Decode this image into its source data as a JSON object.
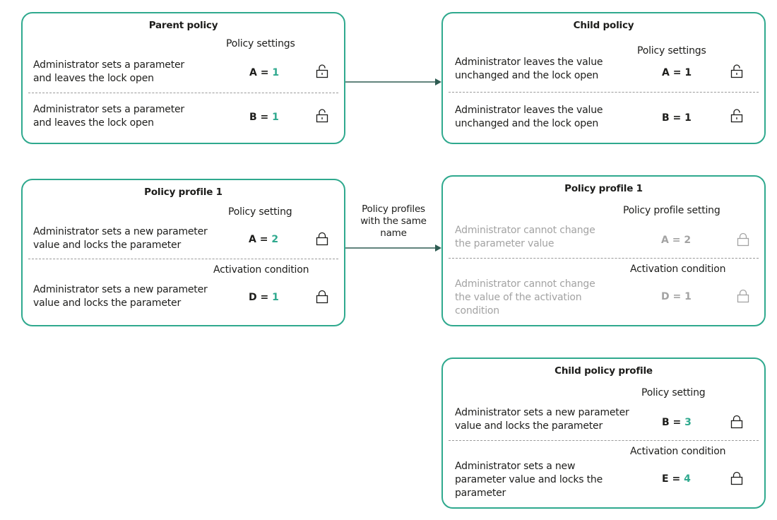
{
  "colors": {
    "border": "#2fa98e",
    "value_accent": "#2fa98e",
    "disabled": "#a3a3a3",
    "arrow": "#2e5c52"
  },
  "parent_policy": {
    "title": "Parent policy",
    "section": "Policy settings",
    "rows": [
      {
        "desc": "Administrator sets a parameter\nand leaves the lock open",
        "name": "A",
        "eq": " = ",
        "value": "1",
        "lock": "unlocked-icon"
      },
      {
        "desc": "Administrator sets a parameter\nand  leaves the lock open",
        "name": "B",
        "eq": " = ",
        "value": "1",
        "lock": "unlocked-icon"
      }
    ]
  },
  "child_policy": {
    "title": "Child policy",
    "section": "Policy settings",
    "rows": [
      {
        "desc": "Administrator leaves the value\nunchanged and the lock open",
        "name": "A",
        "eq": " = ",
        "value": "1",
        "lock": "unlocked-icon"
      },
      {
        "desc": "Administrator leaves the value\nunchanged and the lock open",
        "name": "B",
        "eq": " = ",
        "value": "1",
        "lock": "unlocked-icon"
      }
    ]
  },
  "policy_profile_parent": {
    "title": "Policy profile 1",
    "section1": "Policy setting",
    "section2": "Activation condition",
    "rows": [
      {
        "desc": "Administrator sets a new parameter\nvalue and locks the parameter",
        "name": "A",
        "eq": " = ",
        "value": "2",
        "lock": "locked-icon"
      },
      {
        "desc": "Administrator sets a new parameter\nvalue and locks the parameter",
        "name": "D",
        "eq": " = ",
        "value": "1",
        "lock": "locked-icon"
      }
    ]
  },
  "connector_label": "Policy profiles\nwith the same\nname",
  "policy_profile_child": {
    "title": "Policy profile 1",
    "section1": "Policy profile setting",
    "section2": "Activation condition",
    "rows": [
      {
        "desc": "Administrator cannot change\nthe parameter value",
        "param": "A = 2",
        "lock": "locked-icon"
      },
      {
        "desc": "Administrator cannot change\nthe value of the activation\ncondition",
        "param": "D = 1",
        "lock": "locked-icon"
      }
    ]
  },
  "child_policy_profile": {
    "title": "Child policy profile",
    "section1": "Policy setting",
    "section2": "Activation condition",
    "rows": [
      {
        "desc": "Administrator sets a new parameter\n value and locks the parameter",
        "name": "B",
        "eq": " = ",
        "value": "3",
        "lock": "locked-icon"
      },
      {
        "desc": "Administrator sets a new\nparameter value and locks the\nparameter",
        "name": "E",
        "eq": " = ",
        "value": "4",
        "lock": "locked-icon"
      }
    ]
  }
}
